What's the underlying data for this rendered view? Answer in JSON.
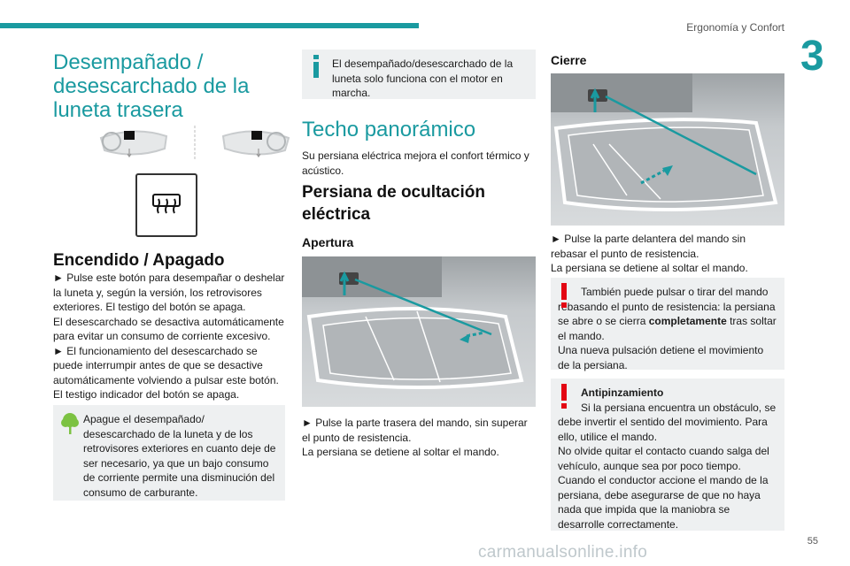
{
  "header": {
    "title": "Ergonomía y Confort",
    "chapter": "3",
    "page": "55"
  },
  "watermark": "carmanualsonline.info",
  "col1": {
    "title_lines": [
      "Desempañado /",
      "desescarchado de la",
      "luneta trasera"
    ],
    "section_title": "Encendido / Apagado",
    "para": [
      "► Pulse este botón para desempañar o deshelar la luneta y, según la versión, los retrovisores exteriores. El testigo del botón se apaga.",
      "El desescarchado se desactiva automáticamente para evitar un consumo de corriente excesivo.",
      "► El funcionamiento del desescarchado se puede interrumpir antes de que se desactive automáticamente volviendo a pulsar este botón.",
      "El testigo indicador del botón se apaga."
    ],
    "eco_note": "Apague el desempañado/ desescarchado de la luneta y de los retrovisores exteriores en cuanto deje de ser necesario, ya que un bajo consumo de corriente permite una disminución del consumo de carburante."
  },
  "col2": {
    "info_note": "El desempañado/desescarchado de la luneta solo funciona con el motor en marcha.",
    "title": "Techo panorámico",
    "intro": "Su persiana eléctrica mejora el confort térmico y acústico.",
    "section_title": "Persiana de ocultación eléctrica",
    "subsection": "Apertura",
    "para1": "► Pulse la parte trasera del mando, sin superar el punto de resistencia.",
    "para2": "La persiana se detiene al soltar el mando."
  },
  "col3": {
    "subsection": "Cierre",
    "para1": "► Pulse la parte delantera del mando sin rebasar el punto de resistencia.",
    "para2": "La persiana se detiene al soltar el mando.",
    "warn1_a": "También puede pulsar o tirar del mando rebasando el punto de resistencia: la persiana se abre o se cierra ",
    "warn1_bold": "completamente",
    "warn1_b": " tras soltar el mando.",
    "warn1_c": "Una nueva pulsación detiene el movimiento de la persiana.",
    "warn2_title": "Antipinzamiento",
    "warn2_lines": [
      "Si la persiana encuentra un obstáculo, se debe invertir el sentido del movimiento. Para ello, utilice el mando.",
      "No olvide quitar el contacto cuando salga del vehículo, aunque sea por poco tiempo.",
      "Cuando el conductor accione el mando de la persiana, debe asegurarse de que no haya nada que impida que la maniobra se desarrolle correctamente."
    ]
  },
  "colors": {
    "accent": "#1a9aa0",
    "eco": "#7cc242",
    "info": "#1a9aa0",
    "warning": "#e30613",
    "box": "#eef0f1"
  },
  "icons": [
    "rear-defrost-icon",
    "mirror-heating-icon",
    "leaf-icon",
    "info-icon",
    "warning-icon"
  ]
}
